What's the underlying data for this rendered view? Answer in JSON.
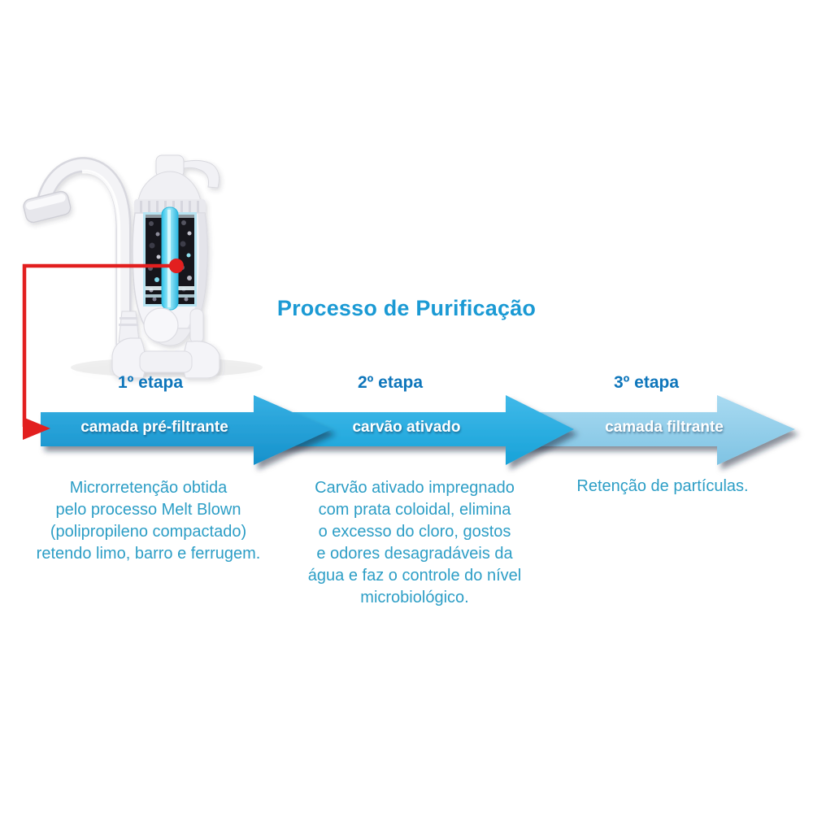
{
  "title": "Processo de Purificação",
  "stages": [
    {
      "label": "1º etapa",
      "arrow_text": "camada pré-filtrante",
      "description": "Microrretenção obtida\npelo processo Melt Blown\n(polipropileno compactado)\nretendo limo, barro e ferrugem."
    },
    {
      "label": "2º etapa",
      "arrow_text": "carvão ativado",
      "description": "Carvão ativado impregnado\ncom prata coloidal, elimina\no excesso do cloro, gostos\ne odores desagradáveis da\nágua e faz o controle do nível\nmicrobiológico."
    },
    {
      "label": "3º etapa",
      "arrow_text": "camada filtrante",
      "description": "Retenção de partículas."
    }
  ],
  "colors": {
    "title_blue": "#1b9ad4",
    "stage_label_blue": "#0e76bb",
    "description_blue": "#2d9ec6",
    "arrow_stage1": "#1ea0da",
    "arrow_stage2": "#27aae1",
    "arrow_stage3": "#8ecbe9",
    "arrow_text": "#ffffff",
    "callout_red": "#e21f1f",
    "filter_tube_cyan": "#4fd0ee"
  }
}
